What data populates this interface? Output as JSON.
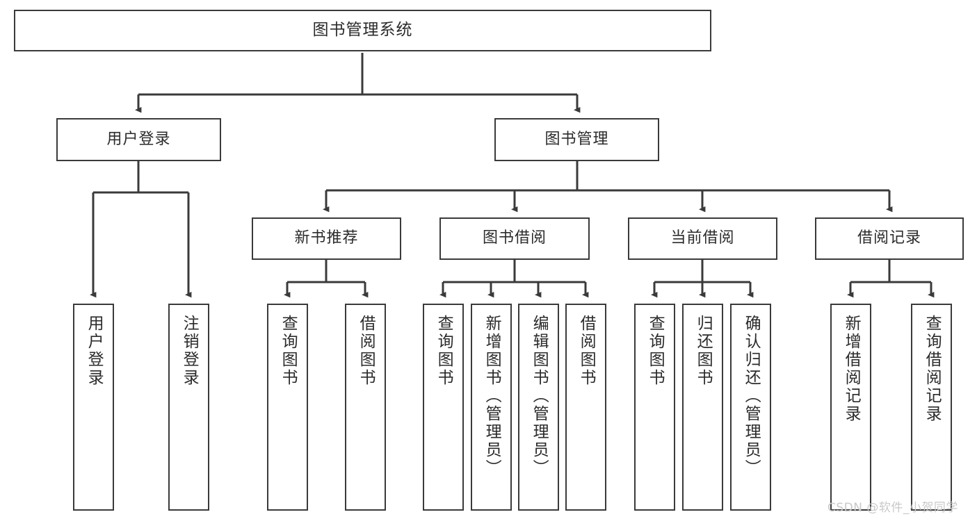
{
  "diagram": {
    "title": "图书管理系统",
    "type": "tree-hierarchy-chart",
    "watermark": "CSDN @软件_小贺同学",
    "colors": {
      "stroke": "#3a3a3a",
      "fill": "#ffffff",
      "text": "#2b2b2b",
      "watermark": "#c9c9c9"
    },
    "nodes": {
      "root": {
        "label": "图书管理系统",
        "level": 1
      },
      "l2": [
        {
          "id": "user-login",
          "label": "用户登录",
          "level": 2
        },
        {
          "id": "book-manage",
          "label": "图书管理",
          "level": 2
        }
      ],
      "l3": [
        {
          "id": "new-book-recommend",
          "label": "新书推荐",
          "level": 3
        },
        {
          "id": "book-borrow",
          "label": "图书借阅",
          "level": 3
        },
        {
          "id": "current-borrow",
          "label": "当前借阅",
          "level": 3
        },
        {
          "id": "borrow-record",
          "label": "借阅记录",
          "level": 3
        }
      ],
      "leaves": {
        "user-login": [
          {
            "id": "leaf-user-login",
            "label": "用户登录"
          },
          {
            "id": "leaf-user-logout",
            "label": "注销登录"
          }
        ],
        "new-book-recommend": [
          {
            "id": "leaf-query-book-1",
            "label": "查询图书"
          },
          {
            "id": "leaf-borrow-book-1",
            "label": "借阅图书"
          }
        ],
        "book-borrow": [
          {
            "id": "leaf-query-book-2",
            "label": "查询图书"
          },
          {
            "id": "leaf-add-book",
            "label": "新增图书（管理员）"
          },
          {
            "id": "leaf-edit-book",
            "label": "编辑图书（管理员）"
          },
          {
            "id": "leaf-borrow-book-2",
            "label": "借阅图书"
          }
        ],
        "current-borrow": [
          {
            "id": "leaf-query-book-3",
            "label": "查询图书"
          },
          {
            "id": "leaf-return-book",
            "label": "归还图书"
          },
          {
            "id": "leaf-confirm-return",
            "label": "确认归还（管理员）"
          }
        ],
        "borrow-record": [
          {
            "id": "leaf-add-record",
            "label": "新增借阅记录"
          },
          {
            "id": "leaf-query-record",
            "label": "查询借阅记录"
          }
        ]
      }
    }
  }
}
